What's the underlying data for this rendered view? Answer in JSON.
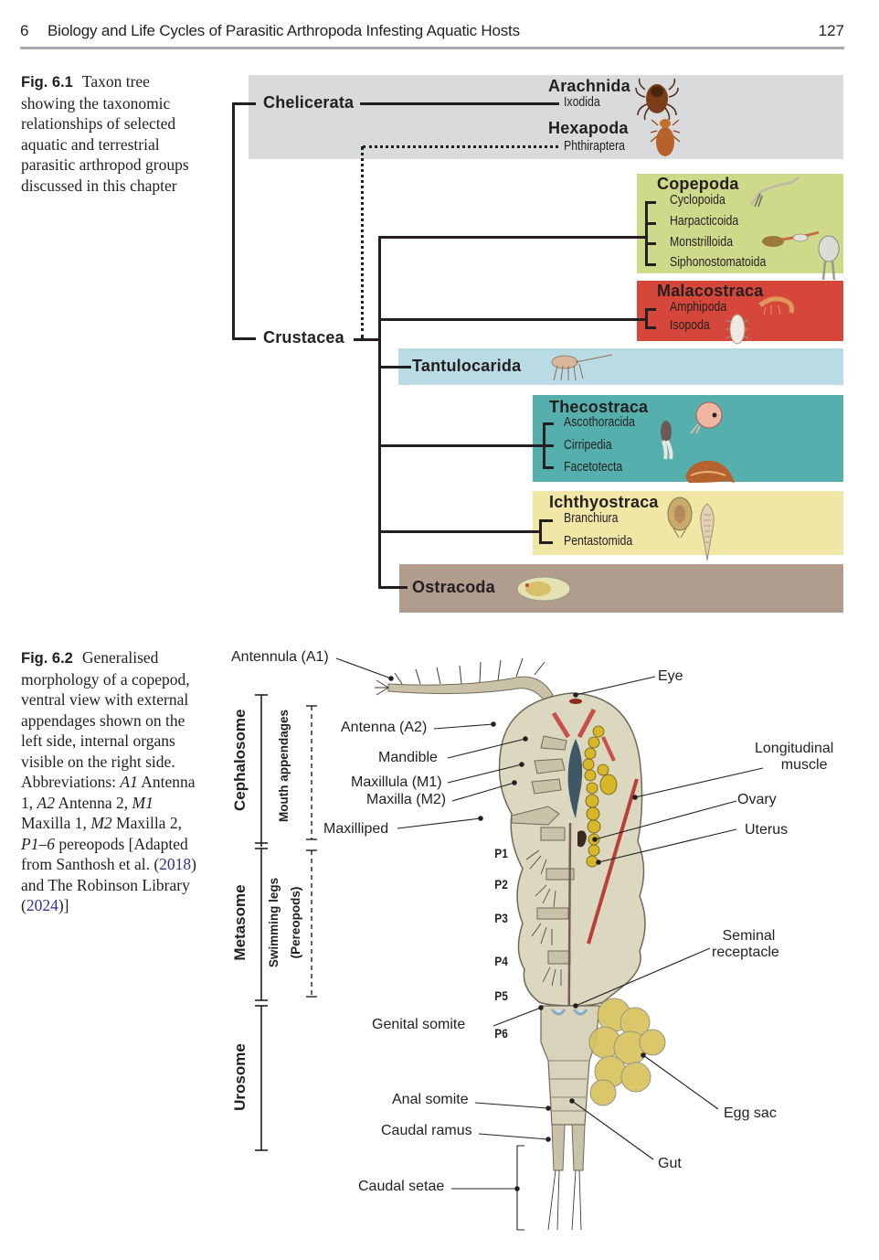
{
  "header": {
    "chapter_number": "6",
    "chapter_title": "Biology and Life Cycles of Parasitic Arthropoda Infesting Aquatic Hosts",
    "page_number": "127"
  },
  "figure_1": {
    "label": "Fig. 6.1",
    "caption": "Taxon tree showing the taxonomic relationships of selected aquatic and terrestrial parasitic arthropod groups discussed in this chapter",
    "tree": {
      "root_children": [
        "Chelicerata",
        "Crustacea"
      ],
      "chelicerata": {
        "label": "Chelicerata",
        "groups": [
          {
            "name": "Arachnida",
            "subgroups": [
              "Ixodida"
            ],
            "icon": "tick-icon"
          },
          {
            "name": "Hexapoda",
            "subgroups": [
              "Phthiraptera"
            ],
            "icon": "louse-icon",
            "link": "dotted"
          }
        ],
        "box_color": "#d9dadc"
      },
      "crustacea": {
        "label": "Crustacea",
        "groups": [
          {
            "name": "Copepoda",
            "subgroups": [
              "Cyclopoida",
              "Harpacticoida",
              "Monstrilloida",
              "Siphonostomatoida"
            ],
            "box_color": "#cfd98a"
          },
          {
            "name": "Malacostraca",
            "subgroups": [
              "Amphipoda",
              "Isopoda"
            ],
            "box_color": "#d5473a"
          },
          {
            "name": "Tantulocarida",
            "subgroups": [],
            "box_color": "#b9dbe3"
          },
          {
            "name": "Thecostraca",
            "subgroups": [
              "Ascothoracida",
              "Cirripedia",
              "Facetotecta"
            ],
            "box_color": "#55afad"
          },
          {
            "name": "Ichthyostraca",
            "subgroups": [
              "Branchiura",
              "Pentastomida"
            ],
            "box_color": "#f0e6a6"
          },
          {
            "name": "Ostracoda",
            "subgroups": [],
            "box_color": "#b09d8e"
          }
        ]
      }
    }
  },
  "figure_2": {
    "label": "Fig. 6.2",
    "caption_parts": {
      "intro": "Generalised morphology of a copepod, ventral view with external appendages shown on the left side, internal organs visible on the right side. Abbreviations: ",
      "a1": "A1",
      "a1_text": " Antenna 1, ",
      "a2": "A2",
      "a2_text": " Antenna 2, ",
      "m1": "M1",
      "m1_text": " Maxilla 1, ",
      "m2": "M2",
      "m2_text": " Maxilla 2, ",
      "p": "P1–6",
      "p_text": " pereopods [Adapted from Santhosh et al. (",
      "ref1": "2018",
      "mid": ") and The Robinson Library (",
      "ref2": "2024",
      "end": ")]"
    },
    "body_regions": [
      "Cephalosome",
      "Metasome",
      "Urosome"
    ],
    "appendage_regions": [
      "Mouth appendages",
      "Swimming legs",
      "(Pereopods)"
    ],
    "left_labels": [
      "Antennula (A1)",
      "Antenna (A2)",
      "Mandible",
      "Maxillula (M1)",
      "Maxilla (M2)",
      "Maxilliped",
      "Genital somite",
      "Anal somite",
      "Caudal ramus",
      "Caudal setae"
    ],
    "leg_labels": [
      "P1",
      "P2",
      "P3",
      "P4",
      "P5",
      "P6"
    ],
    "right_labels": [
      "Eye",
      "Longitudinal muscle",
      "Ovary",
      "Uterus",
      "Seminal receptacle",
      "Egg sac",
      "Gut"
    ],
    "right_label_lines": {
      "longitudinal": [
        "Longitudinal",
        "muscle"
      ],
      "seminal": [
        "Seminal",
        "receptacle"
      ]
    }
  }
}
